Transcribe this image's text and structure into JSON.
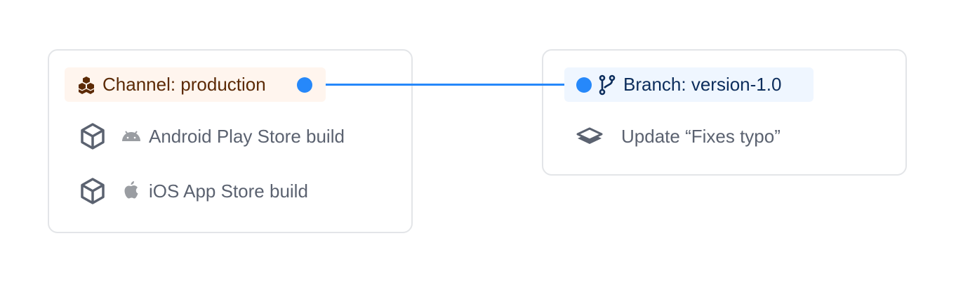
{
  "channel": {
    "label": "Channel: production",
    "icon": "stacked-boxes-icon",
    "color": "#5c2a06",
    "background": "#fff5ee",
    "builds": [
      {
        "platform_icon": "android-icon",
        "label": "Android Play Store build"
      },
      {
        "platform_icon": "apple-icon",
        "label": "iOS App Store build"
      }
    ]
  },
  "branch": {
    "label": "Branch: version-1.0",
    "icon": "git-branch-icon",
    "color": "#0c2d5c",
    "background": "#eff6ff",
    "updates": [
      {
        "icon": "layers-icon",
        "label": "Update “Fixes typo”"
      }
    ]
  },
  "connector_color": "#2688fa"
}
